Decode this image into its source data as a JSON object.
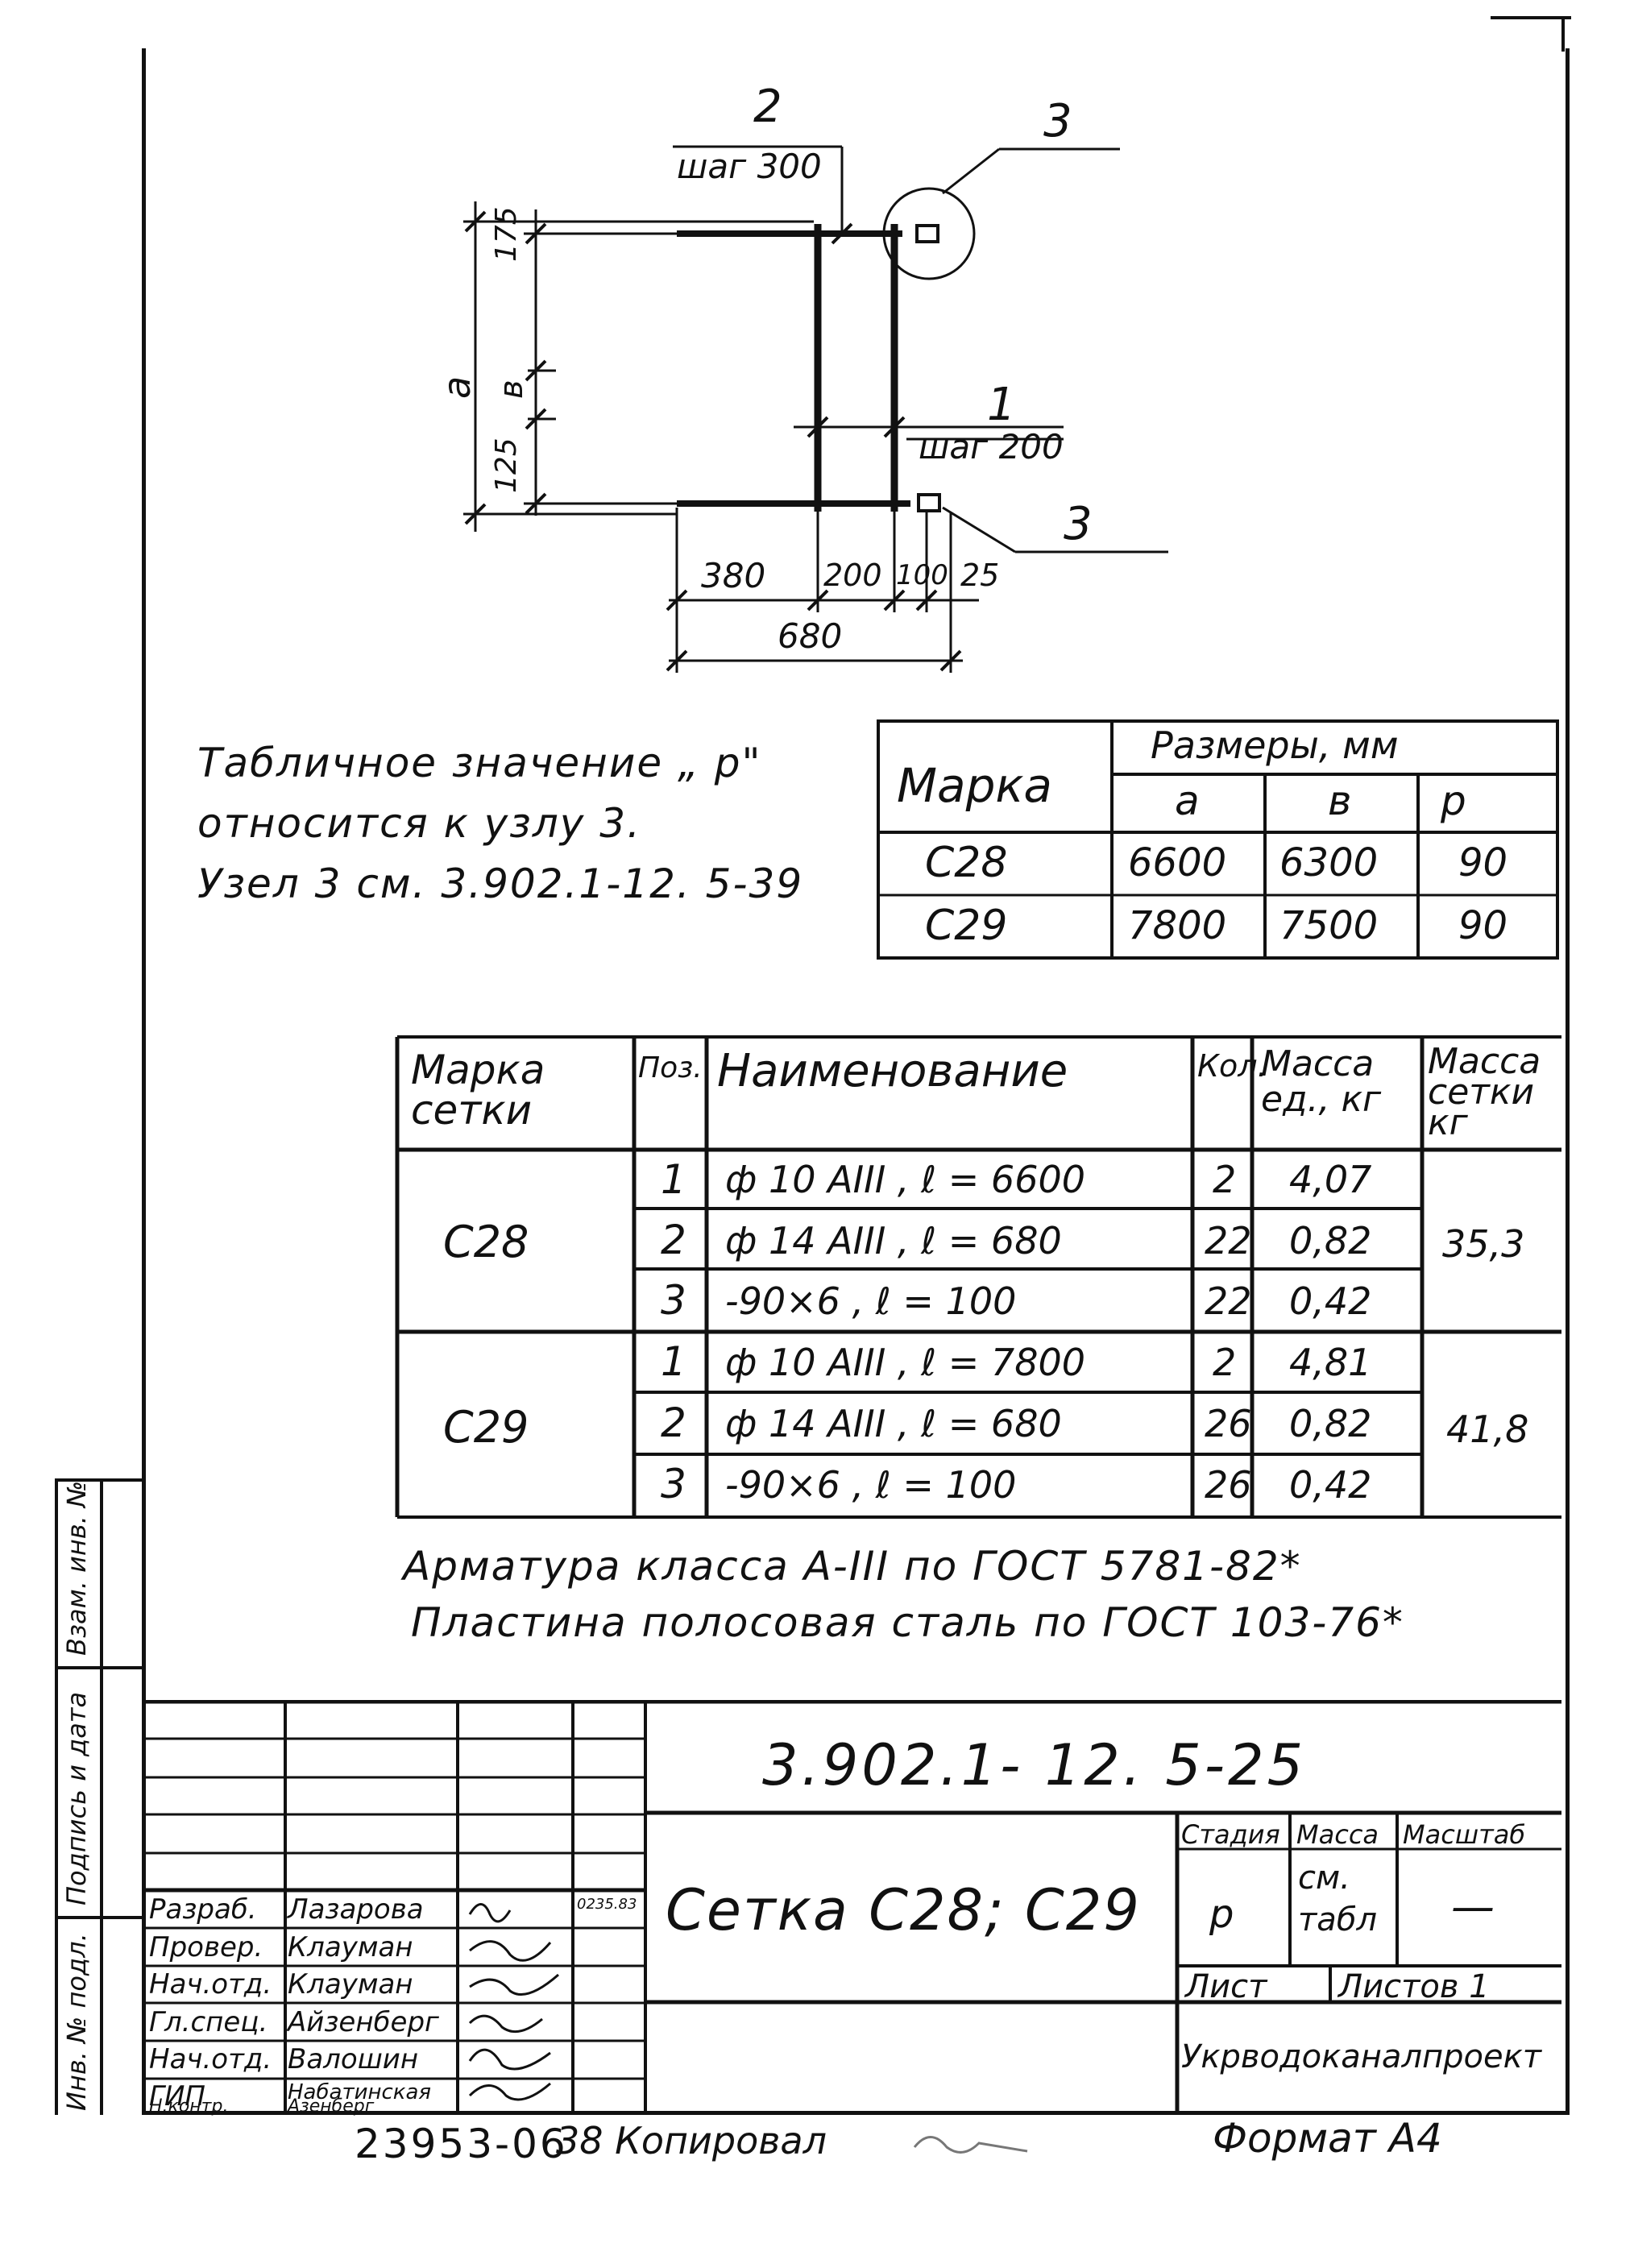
{
  "drawing": {
    "labels": {
      "pos2": "2",
      "pos2_step": "шаг 300",
      "pos3_top": "3",
      "pos1": "1",
      "pos1_step": "шаг 200",
      "pos3_bottom": "3",
      "dim_175": "175",
      "dim_b": "в",
      "dim_125": "125",
      "dim_a": "а",
      "dim_380": "380",
      "dim_200": "200",
      "dim_100": "100",
      "dim_25": "25",
      "dim_680": "680"
    }
  },
  "note_left": [
    "Табличное значение „ р\"",
    "относится к узлу 3.",
    "Узел 3 см. 3.902.1-12. 5-39"
  ],
  "sizes_table": {
    "header_mark": "Марка",
    "header_sizes": "Размеры, мм",
    "col_a": "а",
    "col_b": "в",
    "col_p": "р",
    "rows": [
      {
        "mark": "С28",
        "a": "6600",
        "b": "6300",
        "p": "90"
      },
      {
        "mark": "С29",
        "a": "7800",
        "b": "7500",
        "p": "90"
      }
    ]
  },
  "spec_table": {
    "headers": {
      "mark": "Марка сетки",
      "pos": "Поз.",
      "name": "Наименование",
      "qty": "Кол.",
      "mass_unit": "Масса ед., кг",
      "mass_mesh": "Масса сетки кг"
    },
    "groups": [
      {
        "mark": "С28",
        "mass_mesh": "35,3",
        "rows": [
          {
            "pos": "1",
            "name": "ф 10 АIII , ℓ = 6600",
            "qty": "2",
            "mass": "4,07"
          },
          {
            "pos": "2",
            "name": "ф 14 АIII , ℓ = 680",
            "qty": "22",
            "mass": "0,82"
          },
          {
            "pos": "3",
            "name": "-90×6 , ℓ = 100",
            "qty": "22",
            "mass": "0,42"
          }
        ]
      },
      {
        "mark": "С29",
        "mass_mesh": "41,8",
        "rows": [
          {
            "pos": "1",
            "name": "ф 10 АIII , ℓ = 7800",
            "qty": "2",
            "mass": "4,81"
          },
          {
            "pos": "2",
            "name": "ф 14 АIII , ℓ = 680",
            "qty": "26",
            "mass": "0,82"
          },
          {
            "pos": "3",
            "name": "-90×6 , ℓ = 100",
            "qty": "26",
            "mass": "0,42"
          }
        ]
      }
    ]
  },
  "notes_bottom": [
    "Арматура класса А-III по ГОСТ 5781-82*",
    "Пластина полосовая сталь по ГОСТ 103-76*"
  ],
  "side_stamp": {
    "inv_podl": "Инв. № подл.",
    "podpis_data": "Подпись и дата",
    "vzam_inv": "Взам. инв. №"
  },
  "title_block": {
    "doc_code": "3.902.1- 12. 5-25",
    "doc_title": "Сетка С28; С29",
    "stage_label": "Стадия",
    "mass_label": "Масса",
    "scale_label": "Масштаб",
    "stage_value": "р",
    "mass_value": "см. табл",
    "scale_value": "—",
    "sheet_label": "Лист",
    "sheets_label": "Листов 1",
    "org": "Укрводоканалпроект",
    "date_small": "0235.83",
    "signers": [
      {
        "role": "Разраб.",
        "name": "Лазарова"
      },
      {
        "role": "Провер.",
        "name": "Клауман"
      },
      {
        "role": "Нач.отд.",
        "name": "Клауман"
      },
      {
        "role": "Гл.спец.",
        "name": "Айзенберг"
      },
      {
        "role": "Нач.отд.",
        "name": "Валошин"
      },
      {
        "role": "ГИП",
        "name": "Набатинская"
      },
      {
        "role": "Н.контр.",
        "name": "Азенберг"
      }
    ]
  },
  "footer": {
    "number": "23953-06",
    "copied": "38 Копировал",
    "format": "Формат А4"
  }
}
